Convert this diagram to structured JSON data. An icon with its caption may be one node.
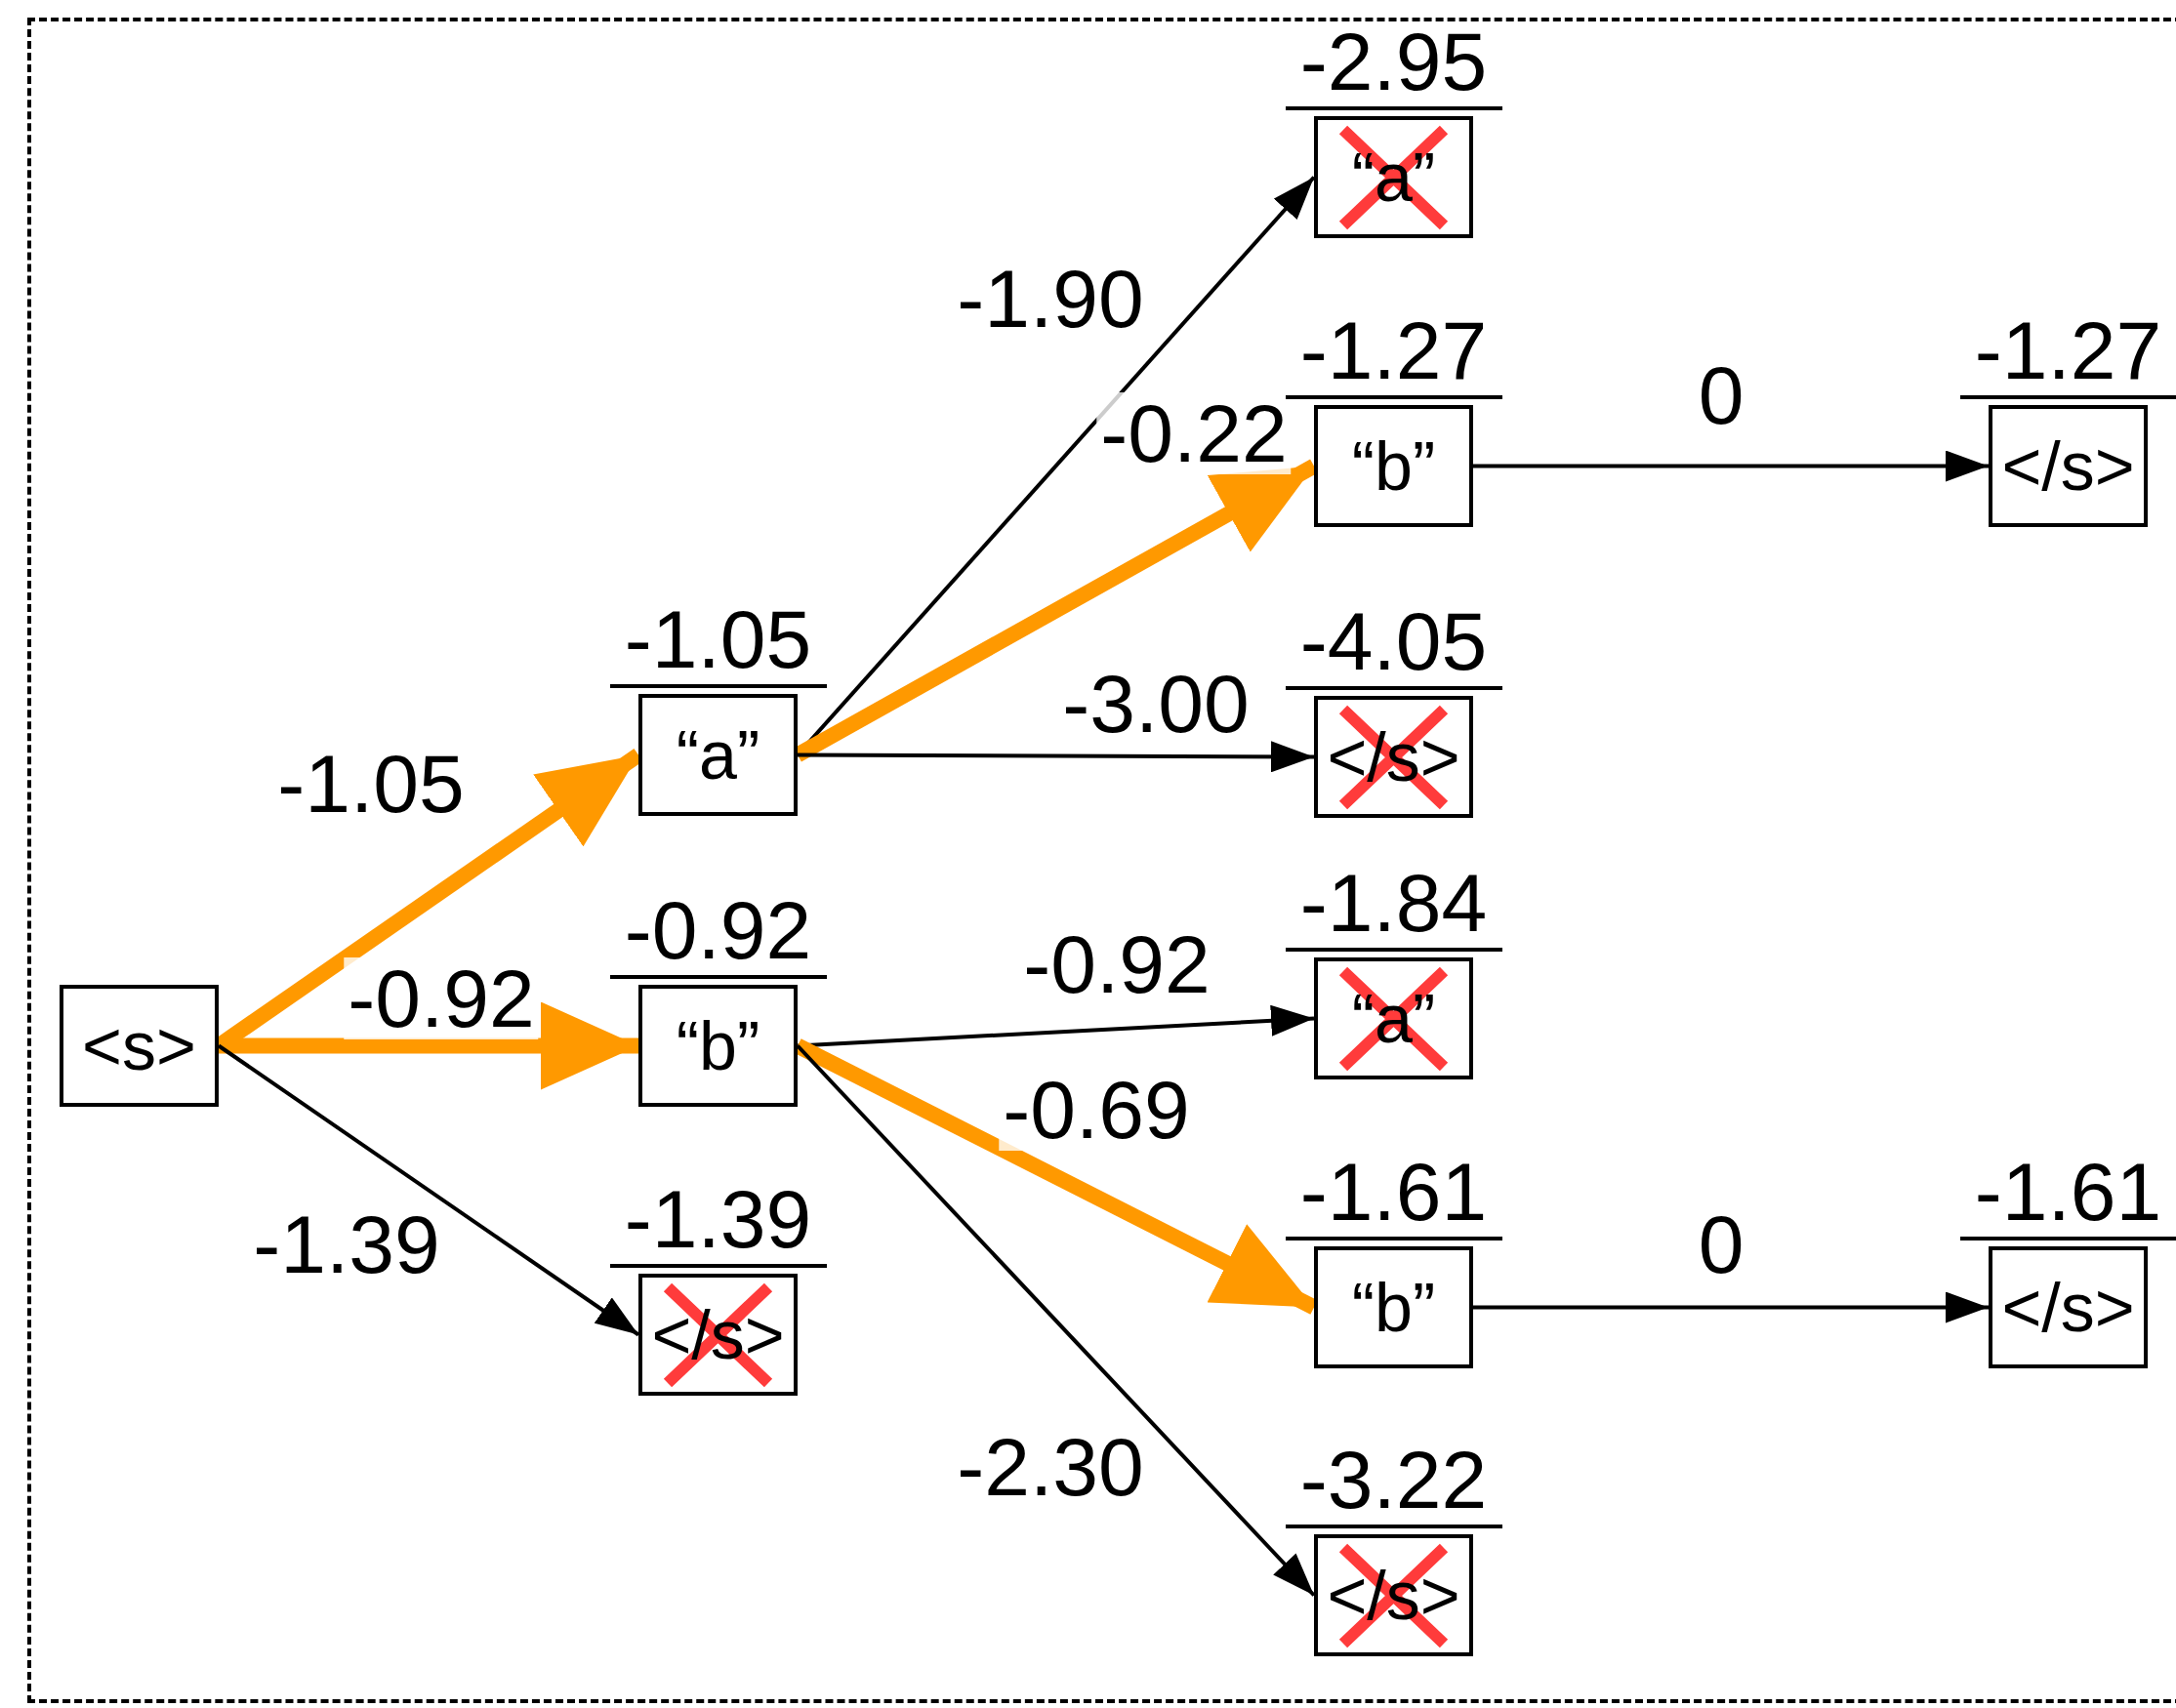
{
  "diagram": {
    "nodes": [
      {
        "text": [
          "<s>"
        ]
      },
      {
        "text": [
          "“a”"
        ],
        "beside": [
          "-1.05"
        ]
      },
      {
        "text": [
          "“b”"
        ],
        "beside": [
          "-0.92"
        ]
      },
      {
        "text": [
          "</s>"
        ],
        "beside": [
          "-1.39"
        ]
      },
      {
        "text": [
          "“a”"
        ],
        "beside": [
          "-2.95"
        ]
      },
      {
        "text": [
          "“b”"
        ],
        "beside": [
          "-1.27"
        ]
      },
      {
        "text": [
          "</s>"
        ],
        "beside": [
          "-4.05"
        ]
      },
      {
        "text": [
          "“a”"
        ],
        "beside": [
          "-1.84"
        ]
      },
      {
        "text": [
          "“b”"
        ],
        "beside": [
          "-1.61"
        ]
      },
      {
        "text": [
          "</s>"
        ],
        "beside": [
          "-3.22"
        ]
      },
      {
        "text": [
          "</s>"
        ],
        "beside": [
          "-1.27"
        ]
      },
      {
        "text": [
          "</s>"
        ],
        "beside": [
          "-1.61"
        ]
      }
    ],
    "edges": [
      {
        "from": 0,
        "to": 1,
        "arrow": "to",
        "label": "-1.05",
        "style": "thick",
        "color": "#ff9900"
      },
      {
        "from": 0,
        "to": 2,
        "arrow": "to",
        "label": "-0.92",
        "style": "thick",
        "color": "#ff9900"
      },
      {
        "from": 0,
        "to": 3,
        "arrow": "to",
        "label": "-1.39"
      },
      {
        "from": 1,
        "to": 4,
        "arrow": "to",
        "label": "-1.90"
      },
      {
        "from": 1,
        "to": 5,
        "arrow": "to",
        "label": "-0.22",
        "style": "thick",
        "color": "#ff9900"
      },
      {
        "from": 1,
        "to": 6,
        "arrow": "to",
        "label": "-3.00"
      },
      {
        "from": 2,
        "to": 7,
        "arrow": "to",
        "label": "-0.92"
      },
      {
        "from": 2,
        "to": 8,
        "arrow": "to",
        "label": "-0.69",
        "style": "thick",
        "color": "#ff9900"
      },
      {
        "from": 2,
        "to": 9,
        "arrow": "to",
        "label": "-2.30"
      },
      {
        "from": 5,
        "to": 10,
        "arrow": "to",
        "label": "0"
      },
      {
        "from": 8,
        "to": 11,
        "arrow": "to",
        "label": "0"
      }
    ]
  }
}
